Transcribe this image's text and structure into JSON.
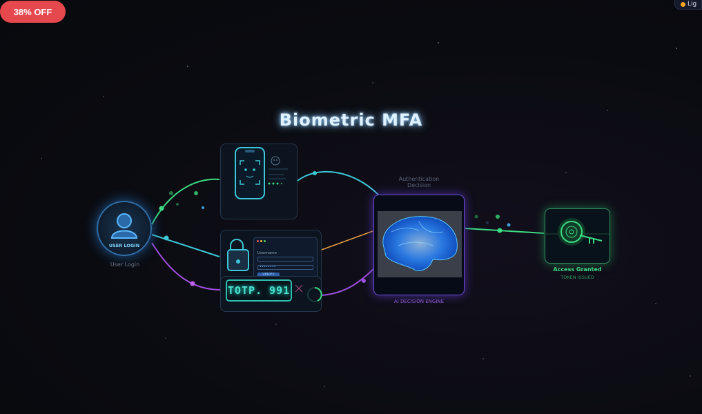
{
  "promo_badge": "38% OFF",
  "theme_toggle": "Lig",
  "title": "Biometric MFA",
  "user_node": {
    "badge": "USER LOGIN",
    "caption": "User Login"
  },
  "password_form": {
    "username_label": "Username",
    "password_mask": "••••••••",
    "verify_label": "VERIFY"
  },
  "totp": {
    "code": "TOTP. 991"
  },
  "decision": {
    "top_label": "Authentication Decision",
    "caption": "AI DECISION ENGINE"
  },
  "access": {
    "title": "Access Granted",
    "subtitle": "TOKEN ISSUED"
  },
  "colors": {
    "green": "#3ddc84",
    "cyan": "#3cc8d8",
    "purple": "#a04fe0",
    "orange": "#e8a040",
    "badge": "#e5484d"
  }
}
